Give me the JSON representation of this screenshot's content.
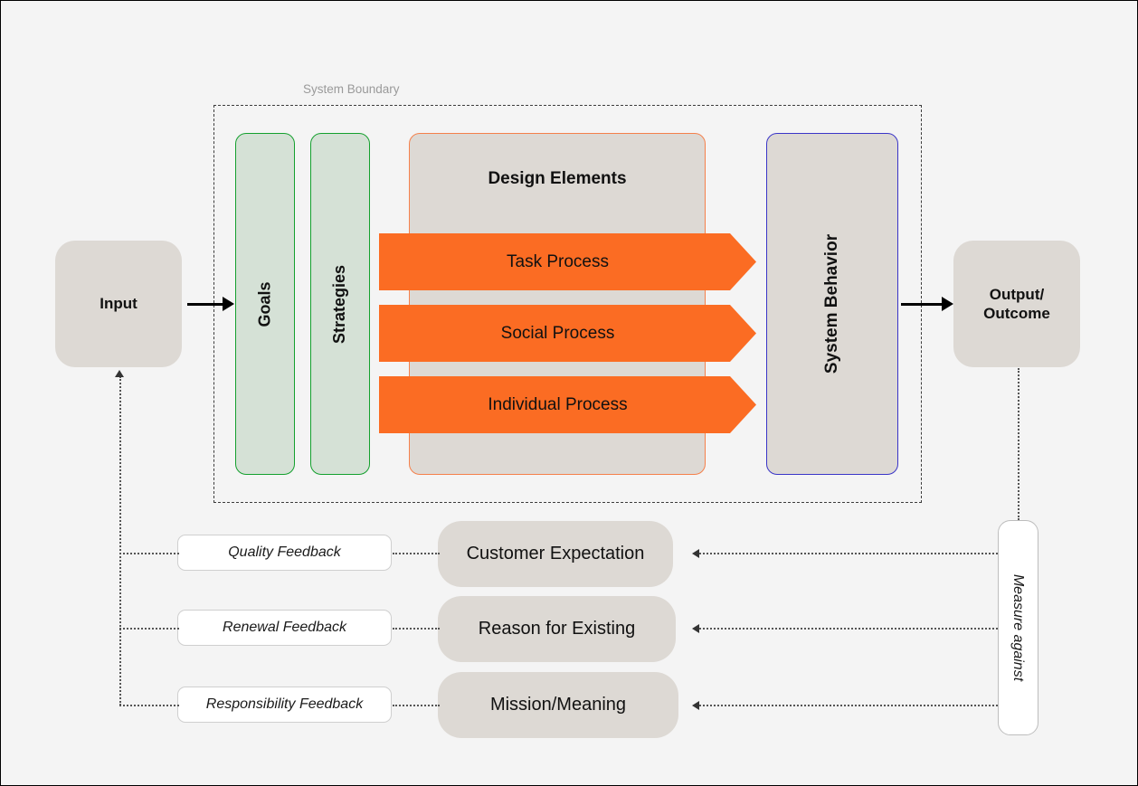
{
  "diagram": {
    "boundary_label": "System Boundary",
    "input": {
      "label": "Input"
    },
    "output": {
      "label": "Output/\nOutcome",
      "line1": "Output/",
      "line2": "Outcome"
    },
    "pillars": [
      {
        "label": "Goals"
      },
      {
        "label": "Strategies"
      }
    ],
    "design_elements": {
      "title": "Design Elements",
      "processes": [
        {
          "label": "Task Process"
        },
        {
          "label": "Social Process"
        },
        {
          "label": "Individual Process"
        }
      ]
    },
    "system_behavior": {
      "label": "System Behavior"
    },
    "measure": {
      "label": "Measure against"
    },
    "feedback_labels": [
      {
        "label": "Quality Feedback"
      },
      {
        "label": "Renewal Feedback"
      },
      {
        "label": "Responsibility Feedback"
      }
    ],
    "references": [
      {
        "label": "Customer Expectation"
      },
      {
        "label": "Reason for Existing"
      },
      {
        "label": "Mission/Meaning"
      }
    ],
    "colors": {
      "background": "#f4f4f4",
      "grey_fill": "#ddd9d4",
      "green_fill": "#d5e1d6",
      "green_stroke": "#14a02e",
      "orange_fill": "#fb6c23",
      "orange_stroke": "#f5804b",
      "blue_stroke": "#3a35c8",
      "boundary_stroke": "#3c3c3c",
      "dotted_stroke": "#555555",
      "text": "#111111",
      "muted_text": "#9a9a9a"
    }
  }
}
